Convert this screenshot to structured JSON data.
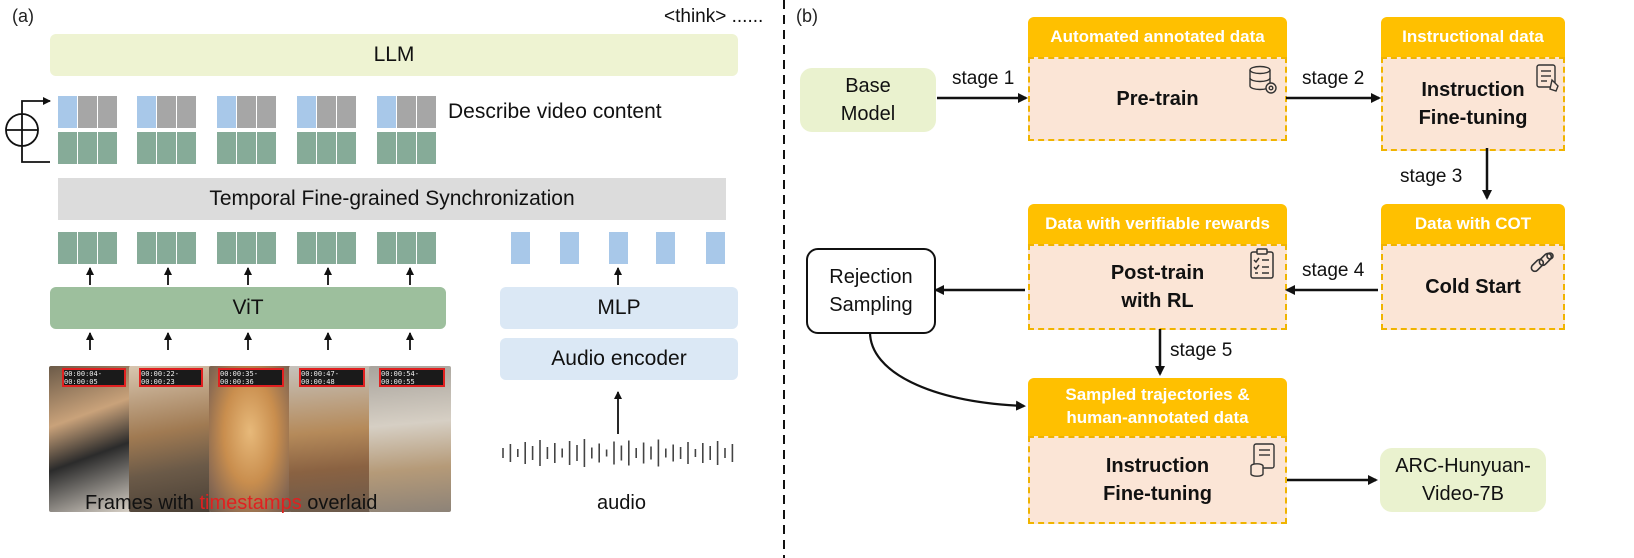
{
  "panel_a": {
    "label": "(a)",
    "think_text": "<think> ......",
    "llm_label": "LLM",
    "describe_text": "Describe video content",
    "sync_label": "Temporal Fine-grained Synchronization",
    "vit_label": "ViT",
    "mlp_label": "MLP",
    "audio_encoder_label": "Audio encoder",
    "timestamps": [
      "00:00:04-00:00:05",
      "00:00:22-00:00:23",
      "00:00:35-00:00:36",
      "00:00:47-00:00:48",
      "00:00:54-00:00:55"
    ],
    "frames_caption_before": "Frames with ",
    "frames_caption_highlight": "timestamps",
    "frames_caption_after": " overlaid",
    "audio_caption": "audio",
    "colors": {
      "highlight": "#e02020",
      "llm": "#eef3d2",
      "vit": "#9dbf9d",
      "mlp": "#dbe8f5",
      "token_green": "#86ab98",
      "token_blue": "#a8c8e9"
    }
  },
  "panel_b": {
    "label": "(b)",
    "base_model": "Base\nModel",
    "headers": {
      "automated": "Automated annotated data",
      "instructional": "Instructional data",
      "verifiable": "Data with verifiable rewards",
      "cot": "Data with COT",
      "sampled": "Sampled trajectories &\nhuman-annotated data"
    },
    "stages": {
      "pretrain": "Pre-train",
      "instruction_ft_1": "Instruction\nFine-tuning",
      "cold_start": "Cold Start",
      "post_train": "Post-train\nwith RL",
      "instruction_ft_2": "Instruction\nFine-tuning"
    },
    "rejection_sampling": "Rejection\nSampling",
    "output_model": "ARC-Hunyuan-\nVideo-7B",
    "stage_labels": [
      "stage 1",
      "stage 2",
      "stage 3",
      "stage 4",
      "stage 5"
    ],
    "icons": [
      "database-gear-icon",
      "document-hand-icon",
      "clipboard-check-icon",
      "link-gear-icon",
      "list-database-icon"
    ],
    "colors": {
      "header": "#ffc000",
      "stage_fill": "#fbe5d6",
      "stage_border": "#f0b400",
      "base": "#eaf2cf"
    }
  }
}
